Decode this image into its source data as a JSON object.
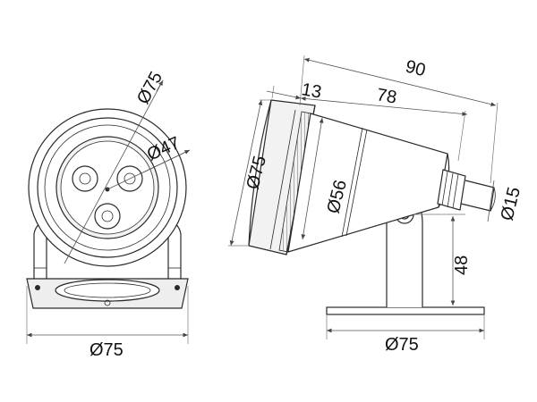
{
  "front_view": {
    "dim_body": "Ø75",
    "dim_led_ring": "Ø47",
    "dim_base": "Ø75"
  },
  "side_view": {
    "dim_total_length": "90",
    "dim_lens_depth": "13",
    "dim_body_length": "78",
    "dim_head": "Ø75",
    "dim_body": "Ø56",
    "dim_cable": "Ø15",
    "dim_height": "48",
    "dim_base": "Ø75"
  }
}
